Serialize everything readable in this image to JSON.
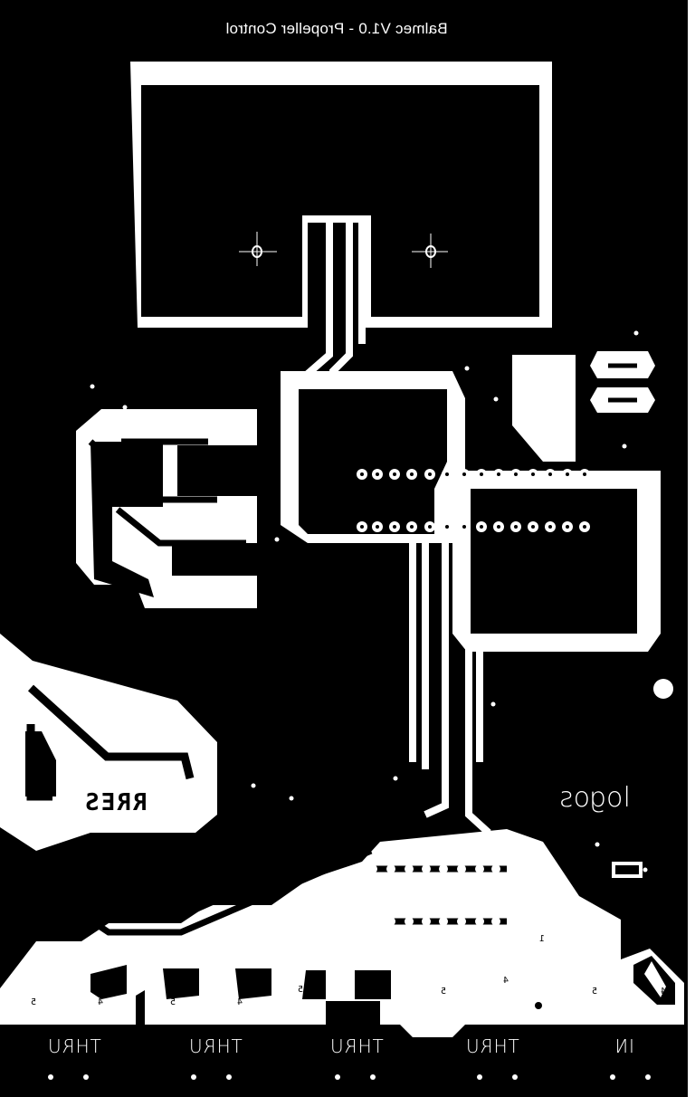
{
  "board": {
    "title": "Balmec V1.0 - Propeller Control",
    "layer": "bottom copper (mirrored)",
    "background_color": "#000000",
    "copper_color": "#ffffff"
  },
  "silkscreen": {
    "rres_label": "RRES",
    "logos_label": "logos"
  },
  "connectors": [
    {
      "id": "J1",
      "label": "THRU",
      "pins": [
        {
          "n": "5"
        },
        {
          "n": "4"
        }
      ]
    },
    {
      "id": "J2",
      "label": "THRU",
      "pins": [
        {
          "n": "5"
        },
        {
          "n": "4"
        }
      ]
    },
    {
      "id": "J3",
      "label": "THRU",
      "pins": [
        {
          "n": "5"
        },
        {
          "n": "4"
        }
      ]
    },
    {
      "id": "J4",
      "label": "THRU",
      "pins": [
        {
          "n": "5"
        },
        {
          "n": "4"
        }
      ]
    },
    {
      "id": "J5",
      "label": "IN",
      "pins": [
        {
          "n": "5"
        },
        {
          "n": "4"
        }
      ]
    }
  ],
  "pin_markers": {
    "pin1": "1",
    "p5a": "5",
    "p4a": "4",
    "p5b": "5",
    "p4b": "4",
    "p5c": "5",
    "p4c": "4",
    "p5d": "5",
    "p4d": "4",
    "p5e": "5",
    "p4e": "4"
  },
  "components": {
    "mcu_ic": {
      "pins_per_row": 14,
      "rows": 2
    },
    "lower_ic": {
      "pins_per_row": 8,
      "rows": 2
    },
    "mounting_holes": 2
  }
}
